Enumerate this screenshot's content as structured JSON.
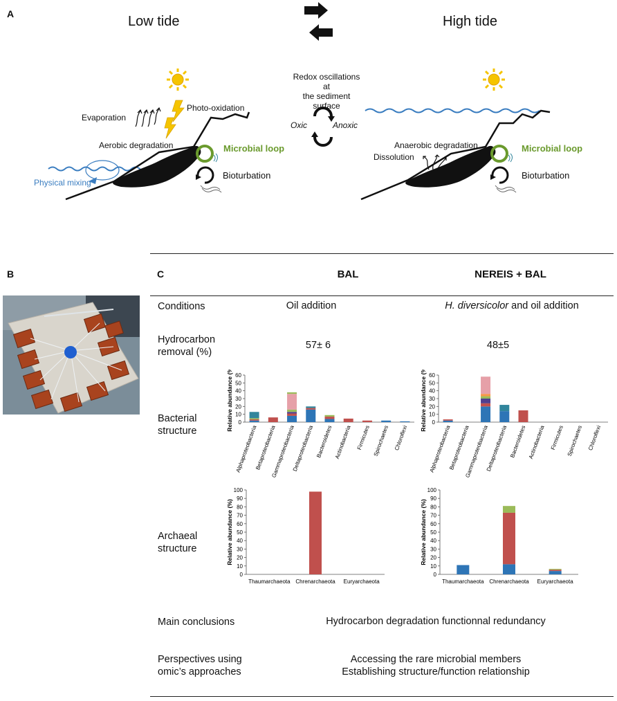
{
  "panel_a": {
    "letter": "A",
    "low_tide": "Low tide",
    "high_tide": "High tide",
    "redox_line1": "Redox oscillations at",
    "redox_line2": "the sediment surface",
    "oxic": "Oxic",
    "anoxic": "Anoxic",
    "evaporation": "Evaporation",
    "photo_oxidation": "Photo-oxidation",
    "aerobic_degradation": "Aerobic degradation",
    "physical_mixing": "Physical mixing",
    "microbial_loop": "Microbial loop",
    "bioturbation": "Bioturbation",
    "anaerobic_degradation": "Anaerobic degradation",
    "dissolution": "Dissolution",
    "colors": {
      "water": "#3a7dc0",
      "microbial_loop": "#6a9a2d",
      "sun": "#f5c400",
      "sediment": "#111111"
    }
  },
  "panel_b": {
    "letter": "B"
  },
  "panel_c": {
    "letter": "C",
    "col_bal": "BAL",
    "col_nereis": "NEREIS + BAL",
    "conditions_label": "Conditions",
    "conditions_bal": "Oil addition",
    "conditions_nereis_italic": "H. diversicolor",
    "conditions_nereis_rest": " and oil addition",
    "hc_label_line1": "Hydrocarbon",
    "hc_label_line2": "removal (%)",
    "hc_bal": "57± 6",
    "hc_nereis": "48±5",
    "bacterial_line1": "Bacterial",
    "bacterial_line2": "structure",
    "archaeal_line1": "Archaeal",
    "archaeal_line2": "structure",
    "conclusions_label": "Main conclusions",
    "conclusions_value": "Hydrocarbon degradation functionnal redundancy",
    "perspectives_line1": "Perspectives using",
    "perspectives_line2": "omic’s approaches",
    "perspectives_value1": "Accessing the rare microbial members",
    "perspectives_value2": "Establishing structure/function relationship"
  },
  "chart_data": [
    {
      "type": "bar",
      "stacked": true,
      "title": "",
      "ylabel": "Relative abundance (%)",
      "ylim": [
        0,
        60
      ],
      "yticks": [
        0,
        10,
        20,
        30,
        40,
        50,
        60
      ],
      "categories": [
        "Alphaproteobacteria",
        "Betaproteobacteria",
        "Gammaproteobacteria",
        "Deltaproteobacteria",
        "Bacteroidetes",
        "Actinobacteria",
        "Firmicutes",
        "Spirochaetes",
        "Chloroflexi"
      ],
      "segments": [
        [
          {
            "v": 2,
            "c": "#2e75b6"
          },
          {
            "v": 1.5,
            "c": "#c0504d"
          },
          {
            "v": 1.5,
            "c": "#9bbb59"
          },
          {
            "v": 8,
            "c": "#31859c"
          }
        ],
        [
          {
            "v": 6,
            "c": "#c0504d"
          }
        ],
        [
          {
            "v": 8,
            "c": "#2e75b6"
          },
          {
            "v": 3,
            "c": "#c0504d"
          },
          {
            "v": 2,
            "c": "#4f3f8f"
          },
          {
            "v": 3,
            "c": "#9bbb59"
          },
          {
            "v": 20,
            "c": "#e6a0a8"
          },
          {
            "v": 2,
            "c": "#9bbb59"
          }
        ],
        [
          {
            "v": 16,
            "c": "#2e75b6"
          },
          {
            "v": 2,
            "c": "#c0504d"
          },
          {
            "v": 2,
            "c": "#31859c"
          }
        ],
        [
          {
            "v": 4,
            "c": "#2e75b6"
          },
          {
            "v": 3,
            "c": "#c0504d"
          },
          {
            "v": 2,
            "c": "#9bbb59"
          }
        ],
        [
          {
            "v": 4.5,
            "c": "#c0504d"
          }
        ],
        [
          {
            "v": 2,
            "c": "#c0504d"
          }
        ],
        [
          {
            "v": 2,
            "c": "#2e75b6"
          }
        ],
        [
          {
            "v": 1,
            "c": "#2e75b6"
          }
        ]
      ]
    },
    {
      "type": "bar",
      "stacked": true,
      "title": "",
      "ylabel": "Relative abundance (%)",
      "ylim": [
        0,
        60
      ],
      "yticks": [
        0,
        10,
        20,
        30,
        40,
        50,
        60
      ],
      "categories": [
        "Alphaproteobacteria",
        "Betaproteobacteria",
        "Gammaproteobacteria",
        "Deltaproteobacteria",
        "Bacteroidetes",
        "Actinobacteria",
        "Firmicutes",
        "Spirochaetes",
        "Chloroflexi"
      ],
      "segments": [
        [
          {
            "v": 2,
            "c": "#2e75b6"
          },
          {
            "v": 1.5,
            "c": "#c0504d"
          }
        ],
        [],
        [
          {
            "v": 20,
            "c": "#2e75b6"
          },
          {
            "v": 4,
            "c": "#c0504d"
          },
          {
            "v": 6,
            "c": "#4f3f8f"
          },
          {
            "v": 3,
            "c": "#9bbb59"
          },
          {
            "v": 3,
            "c": "#f79646"
          },
          {
            "v": 22,
            "c": "#e6a0a8"
          }
        ],
        [
          {
            "v": 14,
            "c": "#2e75b6"
          },
          {
            "v": 8,
            "c": "#31859c"
          }
        ],
        [
          {
            "v": 15,
            "c": "#c0504d"
          }
        ],
        [],
        [],
        [],
        []
      ]
    },
    {
      "type": "bar",
      "stacked": true,
      "title": "",
      "ylabel": "Relative abundance (%)",
      "ylim": [
        0,
        100
      ],
      "yticks": [
        0,
        10,
        20,
        30,
        40,
        50,
        60,
        70,
        80,
        90,
        100
      ],
      "categories": [
        "Thaumarchaeota",
        "Chrenarchaeota",
        "Euryarchaeota"
      ],
      "segments": [
        [],
        [
          {
            "v": 98,
            "c": "#c0504d"
          }
        ],
        []
      ]
    },
    {
      "type": "bar",
      "stacked": true,
      "title": "",
      "ylabel": "Relative abundance (%)",
      "ylim": [
        0,
        100
      ],
      "yticks": [
        0,
        10,
        20,
        30,
        40,
        50,
        60,
        70,
        80,
        90,
        100
      ],
      "categories": [
        "Thaumarchaeota",
        "Chrenarchaeota",
        "Euryarchaeota"
      ],
      "segments": [
        [
          {
            "v": 11,
            "c": "#2e75b6"
          }
        ],
        [
          {
            "v": 12,
            "c": "#2e75b6"
          },
          {
            "v": 61,
            "c": "#c0504d"
          },
          {
            "v": 8,
            "c": "#9bbb59"
          }
        ],
        [
          {
            "v": 4,
            "c": "#2e75b6"
          },
          {
            "v": 1.5,
            "c": "#c0504d"
          },
          {
            "v": 1,
            "c": "#9bbb59"
          }
        ]
      ]
    }
  ]
}
